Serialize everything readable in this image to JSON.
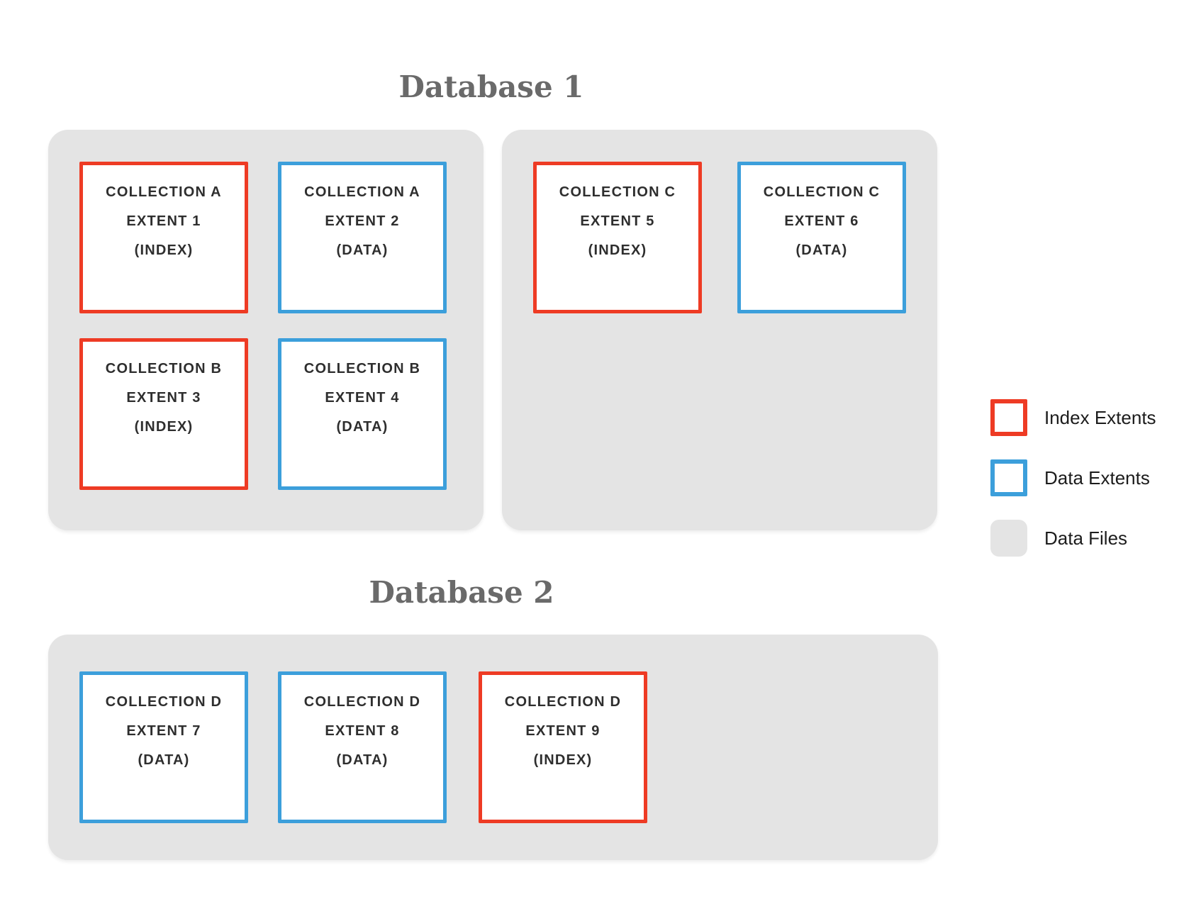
{
  "colors": {
    "index_extent": "#ee3b24",
    "data_extent": "#3c9fdb",
    "data_file": "#e4e4e4",
    "title_text": "#6a6a6a"
  },
  "databases": [
    {
      "title": "Database 1",
      "files": [
        {
          "extents": [
            {
              "collection": "COLLECTION A",
              "extent": "EXTENT 1",
              "kind": "(INDEX)",
              "type": "index"
            },
            {
              "collection": "COLLECTION A",
              "extent": "EXTENT 2",
              "kind": "(DATA)",
              "type": "data"
            },
            {
              "collection": "COLLECTION B",
              "extent": "EXTENT 3",
              "kind": "(INDEX)",
              "type": "index"
            },
            {
              "collection": "COLLECTION B",
              "extent": "EXTENT 4",
              "kind": "(DATA)",
              "type": "data"
            }
          ]
        },
        {
          "extents": [
            {
              "collection": "COLLECTION C",
              "extent": "EXTENT 5",
              "kind": "(INDEX)",
              "type": "index"
            },
            {
              "collection": "COLLECTION C",
              "extent": "EXTENT 6",
              "kind": "(DATA)",
              "type": "data"
            }
          ]
        }
      ]
    },
    {
      "title": "Database 2",
      "files": [
        {
          "extents": [
            {
              "collection": "COLLECTION D",
              "extent": "EXTENT 7",
              "kind": "(DATA)",
              "type": "data"
            },
            {
              "collection": "COLLECTION D",
              "extent": "EXTENT 8",
              "kind": "(DATA)",
              "type": "data"
            },
            {
              "collection": "COLLECTION D",
              "extent": "EXTENT 9",
              "kind": "(INDEX)",
              "type": "index"
            }
          ]
        }
      ]
    }
  ],
  "legend": {
    "items": [
      {
        "label": "Index Extents",
        "swatch": "index"
      },
      {
        "label": "Data Extents",
        "swatch": "data"
      },
      {
        "label": "Data Files",
        "swatch": "file"
      }
    ]
  }
}
